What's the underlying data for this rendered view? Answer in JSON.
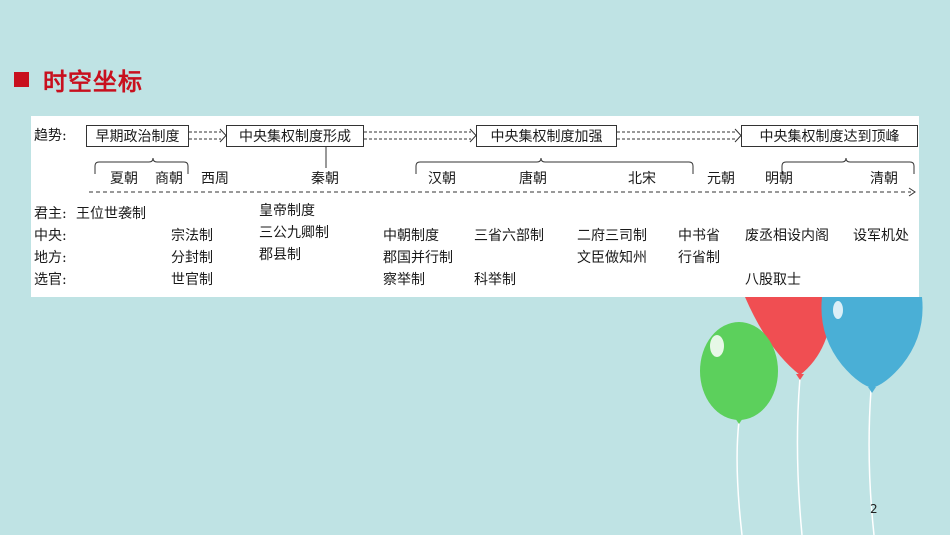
{
  "title": "时空坐标",
  "page_number": "2",
  "trend": {
    "label": "趋势:",
    "stages": [
      "早期政治制度",
      "中央集权制度形成",
      "中央集权制度加强",
      "中央集权制度达到顶峰"
    ]
  },
  "dynasties": [
    "夏朝",
    "商朝",
    "西周",
    "秦朝",
    "汉朝",
    "唐朝",
    "北宋",
    "元朝",
    "明朝",
    "清朝"
  ],
  "rows": {
    "monarch_label": "君主:",
    "central_label": "中央:",
    "local_label": "地方:",
    "official_label": "选官:"
  },
  "items": {
    "wangwei": "王位世袭制",
    "zongfa": "宗法制",
    "fenfeng": "分封制",
    "shiguan": "世官制",
    "huangdi": "皇帝制度",
    "sangong": "三公九卿制",
    "junxian": "郡县制",
    "zhongchao": "中朝制度",
    "junguo": "郡国并行制",
    "chaju": "察举制",
    "sansheng": "三省六部制",
    "keju": "科举制",
    "erfu": "二府三司制",
    "wenchen": "文臣做知州",
    "zhongshu": "中书省",
    "xingsheng": "行省制",
    "feicheng": "废丞相设内阁",
    "bagu": "八股取士",
    "junjichu": "设军机处"
  },
  "colors": {
    "background": "#bfe3e4",
    "title": "#c8101e",
    "balloon_green": "#5cd05c",
    "balloon_red": "#f04e52",
    "balloon_blue": "#4aafd6"
  }
}
